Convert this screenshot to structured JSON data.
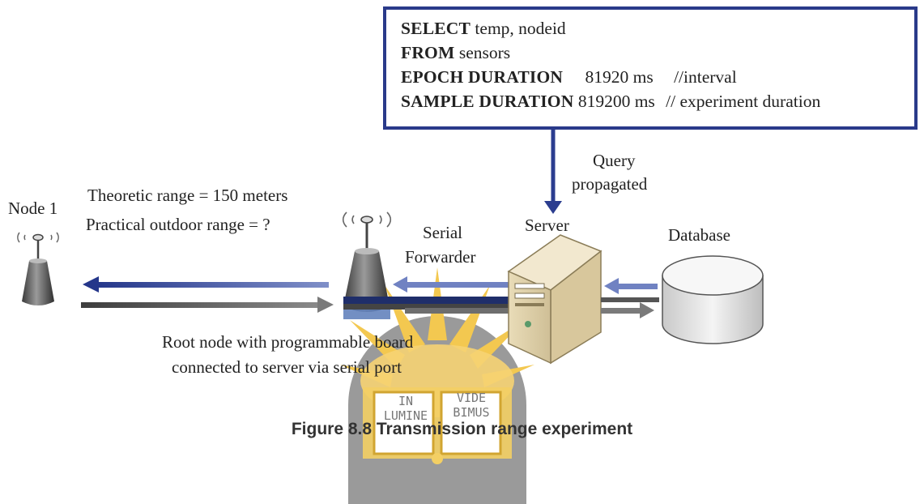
{
  "query": {
    "select_kw": "SELECT",
    "select_val": "temp, nodeid",
    "from_kw": "FROM",
    "from_val": "sensors",
    "epoch_kw": "EPOCH DURATION",
    "epoch_val": "81920 ms",
    "epoch_comment": "//interval",
    "sample_kw": "SAMPLE DURATION",
    "sample_val": "819200 ms",
    "sample_comment": "// experiment duration"
  },
  "labels": {
    "query_line1": "Query",
    "query_line2": "propagated",
    "node1": "Node 1",
    "theoretic_range": "Theoretic range = 150 meters",
    "practical_range": "Practical outdoor range = ?",
    "serial": "Serial",
    "forwarder": "Forwarder",
    "server": "Server",
    "database": "Database",
    "root_line1": "Root node with programmable  board",
    "root_line2": "connected  to server via  serial port",
    "caption": "Figure 8.8 Transmission range experiment"
  },
  "watermark": {
    "left_text_1": "IN",
    "left_text_2": "LUMINE",
    "right_text_1": "VIDE",
    "right_text_2": "BIMUS",
    "sun_color": "#f3c850",
    "book_color": "#e0b540",
    "seal_color": "#8f8f8f"
  },
  "colors": {
    "box_border": "#2a3a8a",
    "arrow_blue": "#2b3d8f",
    "arrow_grey": "#555555"
  },
  "icons": [
    "node1-antenna-icon",
    "root-node-antenna-icon",
    "server-tower-icon",
    "database-cylinder-icon",
    "university-seal-watermark"
  ]
}
